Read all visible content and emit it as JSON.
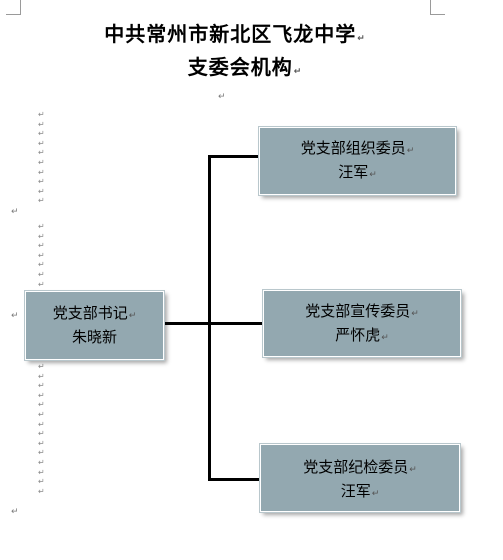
{
  "title": {
    "line1": "中共常州市新北区飞龙中学",
    "line2": "支委会机构"
  },
  "paragraph_mark": "↵",
  "nodes": {
    "secretary": {
      "role": "党支部书记",
      "name": "朱晓新"
    },
    "organization": {
      "role": "党支部组织委员",
      "name": "汪军"
    },
    "propaganda": {
      "role": "党支部宣传委员",
      "name": "严怀虎"
    },
    "discipline": {
      "role": "党支部纪检委员",
      "name": "汪军"
    }
  },
  "colors": {
    "node_fill": "#93a8b0",
    "connector": "#000000",
    "paragraph_mark": "#8a8a8a"
  }
}
